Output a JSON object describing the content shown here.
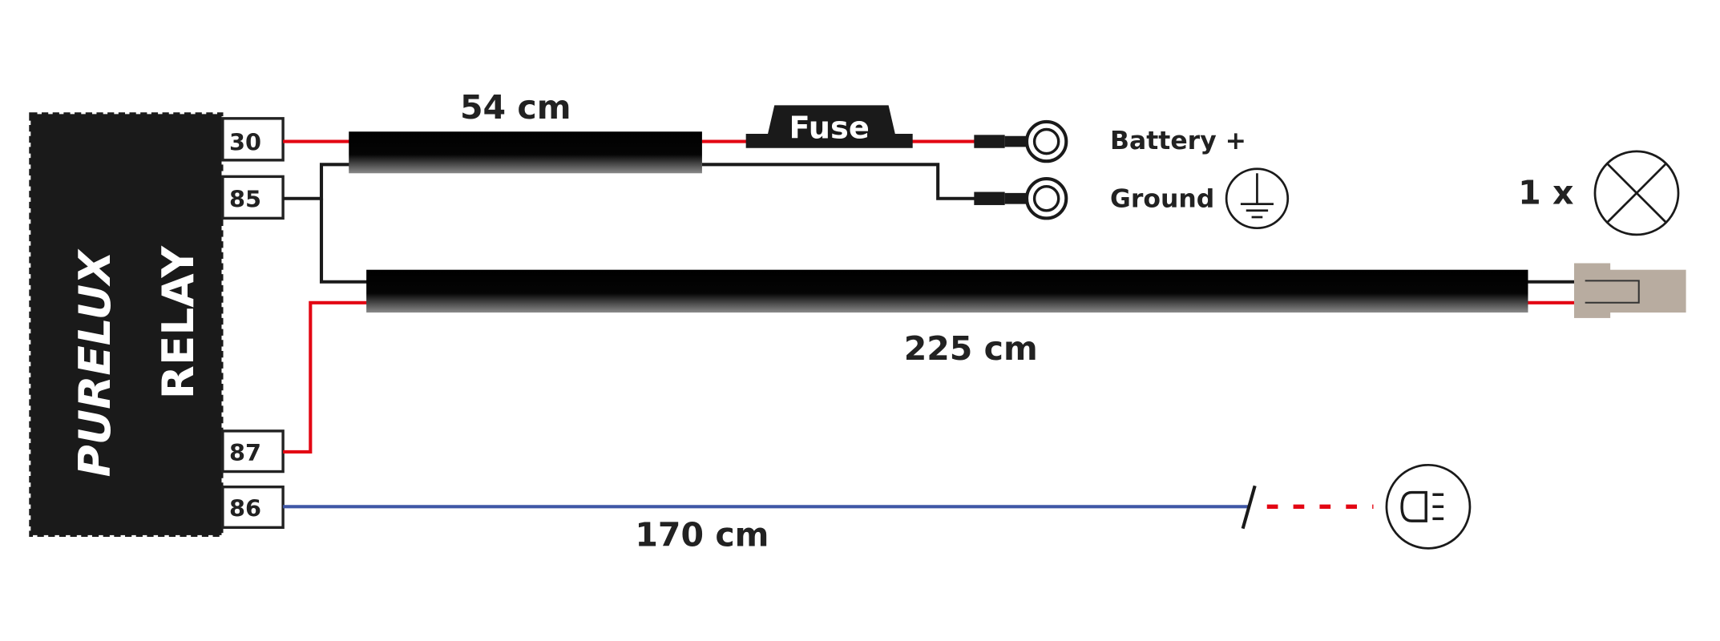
{
  "relay": {
    "brand": "PURELUX",
    "label": "RELAY"
  },
  "pins": {
    "p30": "30",
    "p85": "85",
    "p87": "87",
    "p86": "86"
  },
  "cables": {
    "short_length": "54 cm",
    "long_length": "225 cm",
    "signal_length": "170 cm"
  },
  "fuse": {
    "label": "Fuse"
  },
  "terminals": {
    "battery": "Battery +",
    "ground": "Ground"
  },
  "lamp": {
    "count": "1 x"
  },
  "colors": {
    "red": "#e30613",
    "black": "#1a1a1a",
    "blue": "#3f57a6",
    "connector": "#b8aca0"
  },
  "icons": [
    "ground-symbol-icon",
    "lamp-icon",
    "headlight-icon",
    "ring-terminal-icon"
  ]
}
